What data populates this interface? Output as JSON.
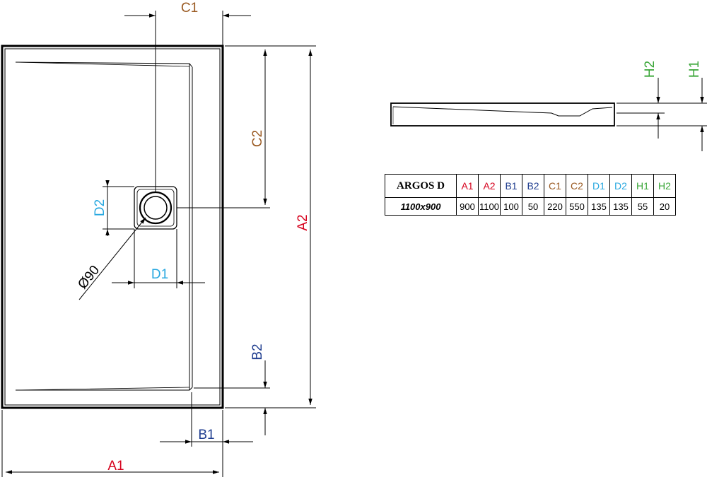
{
  "colors": {
    "A": "#d6001c",
    "B": "#1f3d8f",
    "C": "#9a5a22",
    "D": "#29a8e0",
    "H": "#3aa638",
    "line": "#000000"
  },
  "labels": {
    "A1": "A1",
    "A2": "A2",
    "B1": "B1",
    "B2": "B2",
    "C1": "C1",
    "C2": "C2",
    "D1": "D1",
    "D2": "D2",
    "H1": "H1",
    "H2": "H2",
    "drain": "Ø90"
  },
  "table": {
    "model": "ARGOS D",
    "size": "1100x900",
    "columns": [
      {
        "label": "A1",
        "value": "900",
        "color_key": "A"
      },
      {
        "label": "A2",
        "value": "1100",
        "color_key": "A"
      },
      {
        "label": "B1",
        "value": "100",
        "color_key": "B"
      },
      {
        "label": "B2",
        "value": "50",
        "color_key": "B"
      },
      {
        "label": "C1",
        "value": "220",
        "color_key": "C"
      },
      {
        "label": "C2",
        "value": "550",
        "color_key": "C"
      },
      {
        "label": "D1",
        "value": "135",
        "color_key": "D"
      },
      {
        "label": "D2",
        "value": "135",
        "color_key": "D"
      },
      {
        "label": "H1",
        "value": "55",
        "color_key": "H"
      },
      {
        "label": "H2",
        "value": "20",
        "color_key": "H"
      }
    ]
  }
}
